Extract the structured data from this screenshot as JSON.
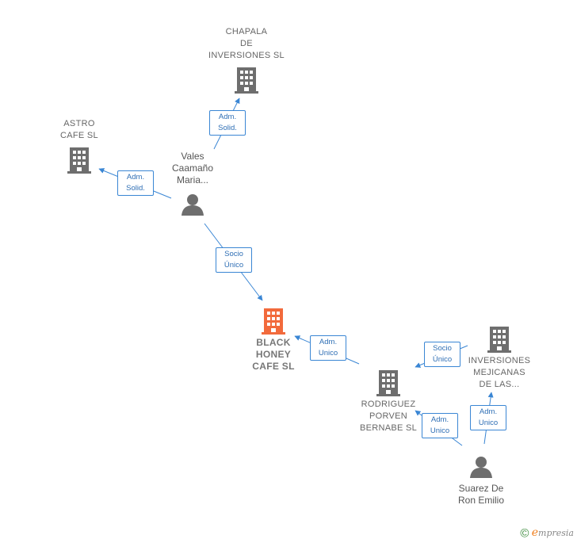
{
  "colors": {
    "edge": "#3a86d4",
    "company_icon": "#6e6e6e",
    "center_icon": "#f26a3c",
    "person_icon": "#6e6e6e"
  },
  "nodes": {
    "chapala": {
      "type": "company",
      "label_lines": [
        "CHAPALA",
        "DE",
        "INVERSIONES SL"
      ]
    },
    "astro": {
      "type": "company",
      "label_lines": [
        "ASTRO",
        "CAFE  SL"
      ]
    },
    "vales": {
      "type": "person",
      "label_lines": [
        "Vales",
        "Caamaño",
        "Maria..."
      ]
    },
    "black_honey": {
      "type": "company-center",
      "label_lines": [
        "BLACK",
        "HONEY",
        "CAFE  SL"
      ]
    },
    "inversiones_mejicanas": {
      "type": "company",
      "label_lines": [
        "INVERSIONES",
        "MEJICANAS",
        "DE LAS..."
      ]
    },
    "rodriguez": {
      "type": "company",
      "label_lines": [
        "RODRIGUEZ",
        "PORVEN",
        "BERNABE SL"
      ]
    },
    "suarez": {
      "type": "person",
      "label_lines": [
        "Suarez De",
        "Ron Emilio"
      ]
    }
  },
  "edges": [
    {
      "id": "vales-chapala",
      "label_lines": [
        "Adm.",
        "Solid."
      ]
    },
    {
      "id": "vales-astro",
      "label_lines": [
        "Adm.",
        "Solid."
      ]
    },
    {
      "id": "vales-blackhoney",
      "label_lines": [
        "Socio",
        "Único"
      ]
    },
    {
      "id": "rodriguez-blackhoney",
      "label_lines": [
        "Adm.",
        "Unico"
      ]
    },
    {
      "id": "inversiones-rodriguez",
      "label_lines": [
        "Socio",
        "Único"
      ]
    },
    {
      "id": "suarez-rodriguez",
      "label_lines": [
        "Adm.",
        "Unico"
      ]
    },
    {
      "id": "suarez-inversiones",
      "label_lines": [
        "Adm.",
        "Unico"
      ]
    }
  ],
  "footer": {
    "copyright_symbol": "©",
    "brand_initial": "e",
    "brand_rest": "mpresia"
  }
}
